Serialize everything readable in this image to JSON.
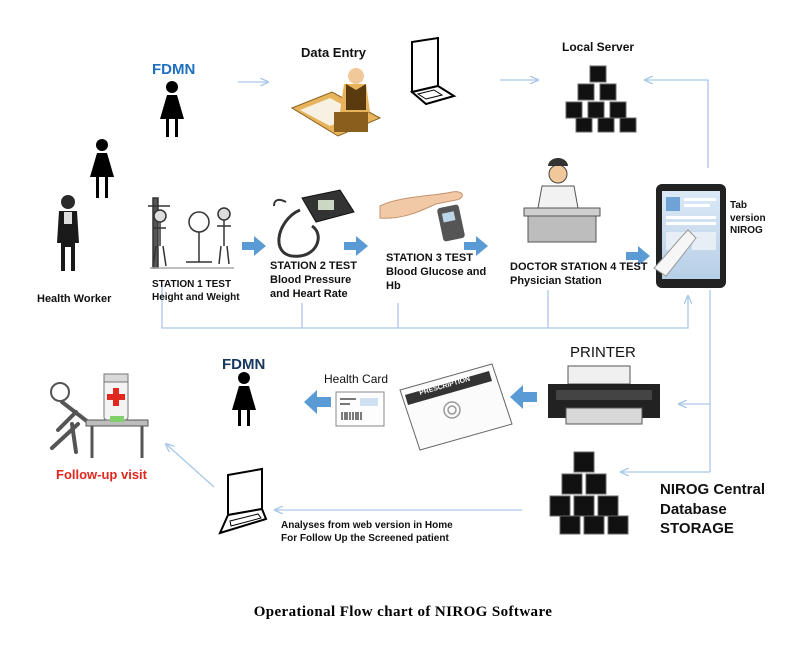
{
  "colors": {
    "flow_line": "#a9c7e8",
    "thick_arrow": "#5b9bd5",
    "fdmn_blue": "#1f6fc0",
    "fdmn_navy": "#17375e",
    "followup_red": "#e0281e"
  },
  "icons": [
    "woman-icon",
    "man-icon",
    "data-entry-desk-icon",
    "laptop-icon",
    "server-stack-icon",
    "height-weight-scale-icon",
    "blood-pressure-monitor-icon",
    "glucose-meter-icon",
    "doctor-desk-icon",
    "tablet-icon",
    "printer-icon",
    "prescription-icon",
    "health-card-icon",
    "patient-walker-icon",
    "database-stack-icon"
  ],
  "labels": {
    "fdmn_top": "FDMN",
    "data_entry": "Data Entry",
    "local_server": "Local Server",
    "health_worker": "Health Worker",
    "station1_line1": "STATION 1 TEST",
    "station1_line2": "Height and Weight",
    "station2_line1": "STATION 2 TEST",
    "station2_line2": "Blood Pressure",
    "station2_line3": "and Heart Rate",
    "station3_line1": "STATION 3 TEST",
    "station3_line2": "Blood Glucose and",
    "station3_line3": "Hb",
    "station4_line1": "DOCTOR STATION 4 TEST",
    "station4_line2": "Physician Station",
    "tab_line1": "Tab",
    "tab_line2": "version",
    "tab_line3": "NIROG",
    "printer": "PRINTER",
    "fdmn_bottom": "FDMN",
    "health_card": "Health Card",
    "prescription": "PRESCRIPTION",
    "followup": "Follow-up visit",
    "nirog_line1": "NIROG Central",
    "nirog_line2": "Database",
    "nirog_line3": "STORAGE",
    "analyses_line1": "Analyses from web version in Home",
    "analyses_line2": "For Follow Up the Screened patient",
    "caption": "Operational Flow chart of NIROG Software"
  }
}
